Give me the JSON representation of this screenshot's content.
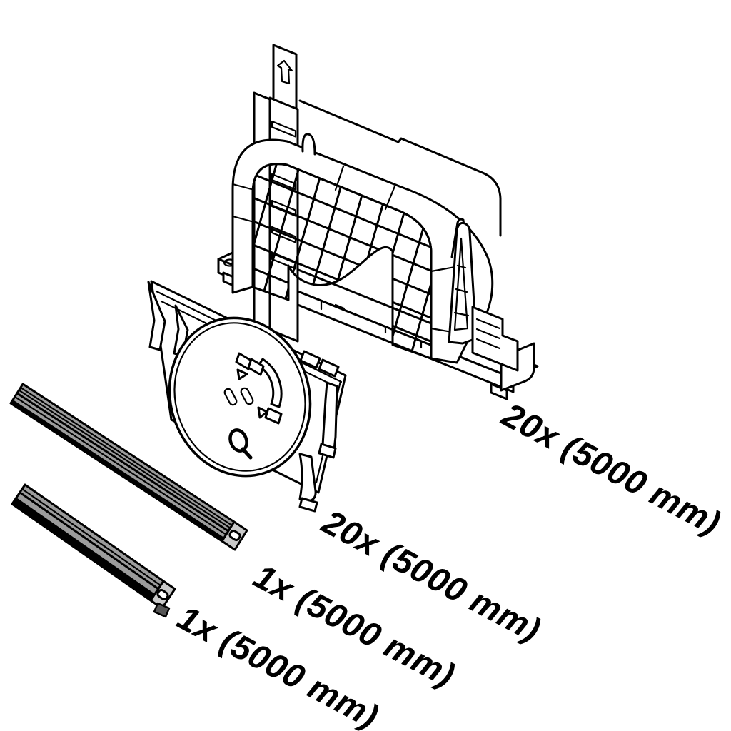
{
  "diagram_type": "exploded-parts-overview",
  "parts": [
    {
      "name": "cable-coil-holder",
      "label": "20x (5000 mm)"
    },
    {
      "name": "coil-end-disc",
      "label": "20x (5000 mm)"
    },
    {
      "name": "profile-rail-upper",
      "label": "1x (5000 mm)"
    },
    {
      "name": "profile-rail-lower",
      "label": "1x (5000 mm)"
    }
  ],
  "icons": {
    "hang_tab_arrow": "up-arrow-icon"
  },
  "colors": {
    "outline": "#000000",
    "background": "#ffffff",
    "rail_gray": "#9c9c9c",
    "rail_cap_gray": "#c9c9c9"
  }
}
